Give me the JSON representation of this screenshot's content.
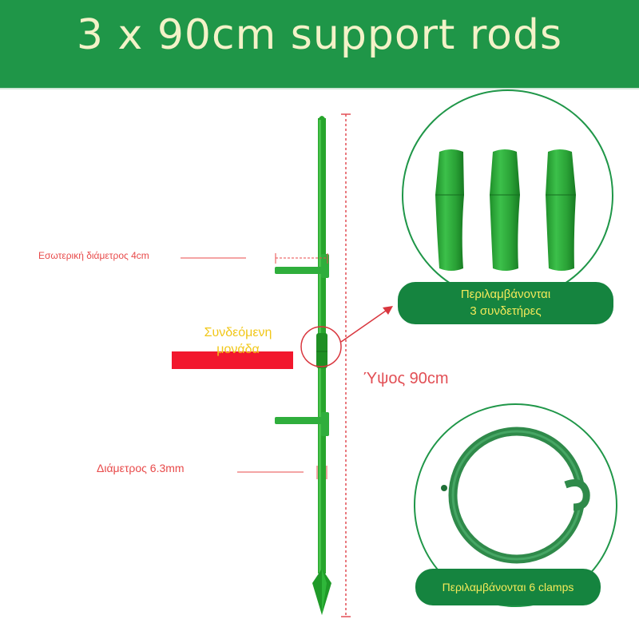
{
  "header": {
    "title": "3 x 90cm support rods"
  },
  "annotations": {
    "inner_diameter": "Εσωτερική διάμετρος 4cm",
    "diameter": "Διάμετρος 6.3mm",
    "height": "Ύψος 90cm",
    "connected_unit_line1": "Συνδεόμενη",
    "connected_unit_line2": "μονάδα"
  },
  "connectors_panel": {
    "label_line1": "Περιλαμβάνονται",
    "label_line2": "3 συνδετήρες"
  },
  "clamps_panel": {
    "label": "Περιλαμβάνονται 6 clamps"
  },
  "colors": {
    "header": "#1f9648",
    "title_text": "#f3f2c8",
    "rod_green": "#27a52c",
    "annotation_red": "#e84a4a",
    "pill_bg": "#15843f",
    "pill_text": "#f3e95a",
    "clamp_green": "#2f8a4a"
  }
}
